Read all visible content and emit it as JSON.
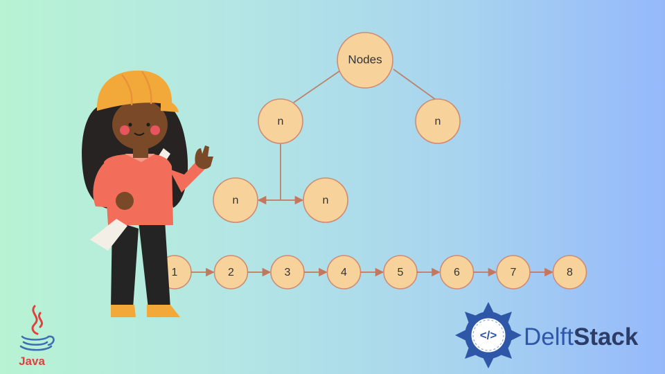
{
  "diagram": {
    "tree": {
      "root": "Nodes",
      "left_child": "n",
      "right_child": "n",
      "grandchild_left": "n",
      "grandchild_right": "n"
    },
    "linked_list": [
      "1",
      "2",
      "3",
      "4",
      "5",
      "6",
      "7",
      "8"
    ]
  },
  "java_logo": {
    "text": "Java"
  },
  "brand": {
    "name_part1": "Delft",
    "name_part2": "Stack",
    "mark": "</>"
  },
  "colors": {
    "node_fill": "#f7d39b",
    "node_stroke": "#d08a72",
    "arrow": "#c7765e",
    "java_red": "#e0413c",
    "java_blue": "#3e6fb0",
    "brand_blue": "#2f57a8"
  }
}
